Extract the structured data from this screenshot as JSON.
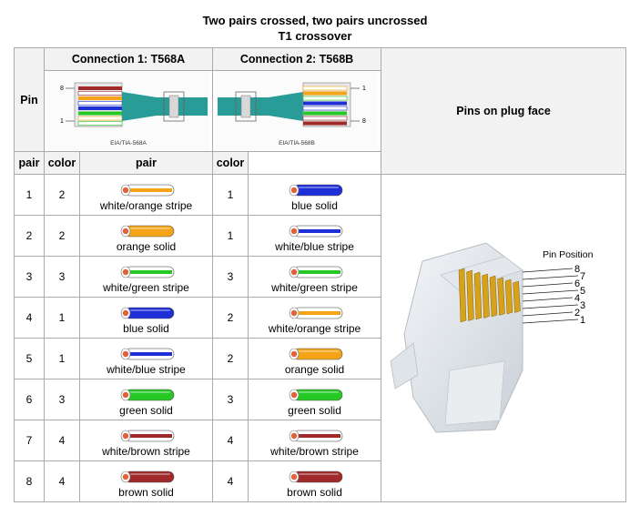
{
  "caption": {
    "line1": "Two pairs crossed, two pairs uncrossed",
    "line2": "T1 crossover"
  },
  "headers": {
    "pin": "Pin",
    "connection1": "Connection 1: T568A",
    "connection2": "Connection 2: T568B",
    "plug_face": "Pins on plug face",
    "pair": "pair",
    "color": "color"
  },
  "diagrams": {
    "a_label": "EIA/TIA-568A",
    "b_label": "EIA/TIA-568B",
    "a_top": "8",
    "a_bottom": "1",
    "b_top": "1",
    "b_bottom": "8"
  },
  "plug": {
    "title": "Pin Position",
    "pins": [
      "8",
      "7",
      "6",
      "5",
      "4",
      "3",
      "2",
      "1"
    ]
  },
  "rows": [
    {
      "pin": "1",
      "a_pair": "2",
      "a_color": "white/orange stripe",
      "b_pair": "1",
      "b_color": "blue solid"
    },
    {
      "pin": "2",
      "a_pair": "2",
      "a_color": "orange solid",
      "b_pair": "1",
      "b_color": "white/blue stripe"
    },
    {
      "pin": "3",
      "a_pair": "3",
      "a_color": "white/green stripe",
      "b_pair": "3",
      "b_color": "white/green stripe"
    },
    {
      "pin": "4",
      "a_pair": "1",
      "a_color": "blue solid",
      "b_pair": "2",
      "b_color": "white/orange stripe"
    },
    {
      "pin": "5",
      "a_pair": "1",
      "a_color": "white/blue stripe",
      "b_pair": "2",
      "b_color": "orange solid"
    },
    {
      "pin": "6",
      "a_pair": "3",
      "a_color": "green solid",
      "b_pair": "3",
      "b_color": "green solid"
    },
    {
      "pin": "7",
      "a_pair": "4",
      "a_color": "white/brown stripe",
      "b_pair": "4",
      "b_color": "white/brown stripe"
    },
    {
      "pin": "8",
      "a_pair": "4",
      "a_color": "brown solid",
      "b_pair": "4",
      "b_color": "brown solid"
    }
  ],
  "colors": {
    "orange": "#f5a417",
    "blue": "#1f2fd8",
    "green": "#26c826",
    "brown": "#a02a2a",
    "copper": "#e0623a",
    "jacket": "#2a9c98"
  }
}
